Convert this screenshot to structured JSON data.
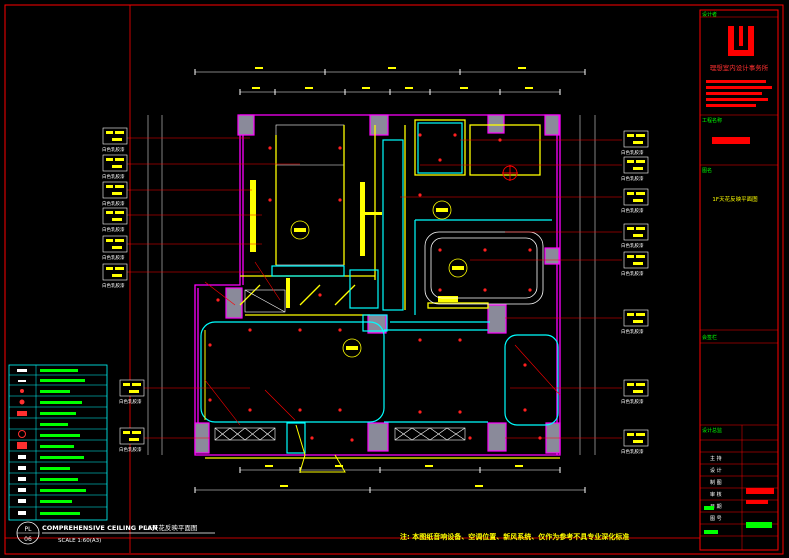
{
  "title_block": {
    "designer_heading": "设计者",
    "company": "理想室内设计事务所",
    "project_heading": "工程名称",
    "drawing_heading": "图名",
    "drawing_name": "1F天花反映平面图",
    "note_heading": "会签栏",
    "design_label": "设计总监",
    "rows": [
      "主 持",
      "设 计",
      "制 图",
      "审 核",
      "日 期",
      "图 号"
    ]
  },
  "plan": {
    "drawing_title": "COMPREHENSIVE CEILING PLAN",
    "drawing_title_cn": "1F天花反映平面图",
    "scale": "SCALE 1:60(A3)",
    "sheet_prefix": "PL",
    "sheet_number": "06",
    "note": "注: 本图纸音响设备、空调位置、新风系统、仅作为参考不具专业深化标准"
  },
  "callout_sub": "白色乳胶漆",
  "colors": {
    "frame": "#ff0000",
    "wall": "#ff00ff",
    "fixture": "#ffff00",
    "duct": "#00ffff",
    "label": "#ffffff",
    "dimension": "#ffff00"
  }
}
